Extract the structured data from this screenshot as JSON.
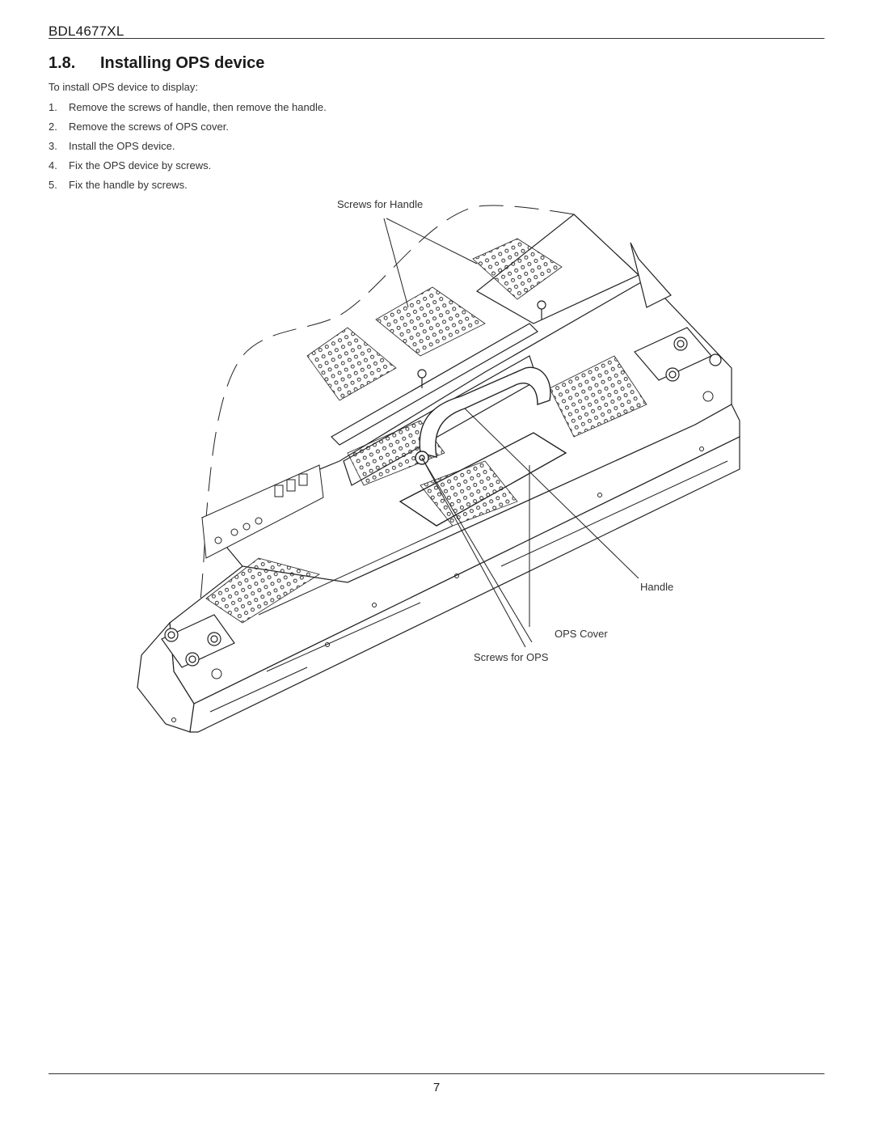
{
  "header": {
    "model": "BDL4677XL"
  },
  "section": {
    "number": "1.8.",
    "title": "Installing OPS device"
  },
  "intro": "To install OPS device to display:",
  "steps": [
    {
      "num": "1.",
      "text": "Remove the screws of handle, then remove the handle."
    },
    {
      "num": "2.",
      "text": "Remove the screws of OPS cover."
    },
    {
      "num": "3.",
      "text": "Install the OPS device."
    },
    {
      "num": "4.",
      "text": "Fix the OPS device by screws."
    },
    {
      "num": "5.",
      "text": "Fix the handle by screws."
    }
  ],
  "figure": {
    "callouts": {
      "screws_handle": "Screws for Handle",
      "handle": "Handle",
      "ops_cover": "OPS Cover",
      "screws_ops": "Screws for OPS"
    }
  },
  "footer": {
    "page": "7"
  }
}
